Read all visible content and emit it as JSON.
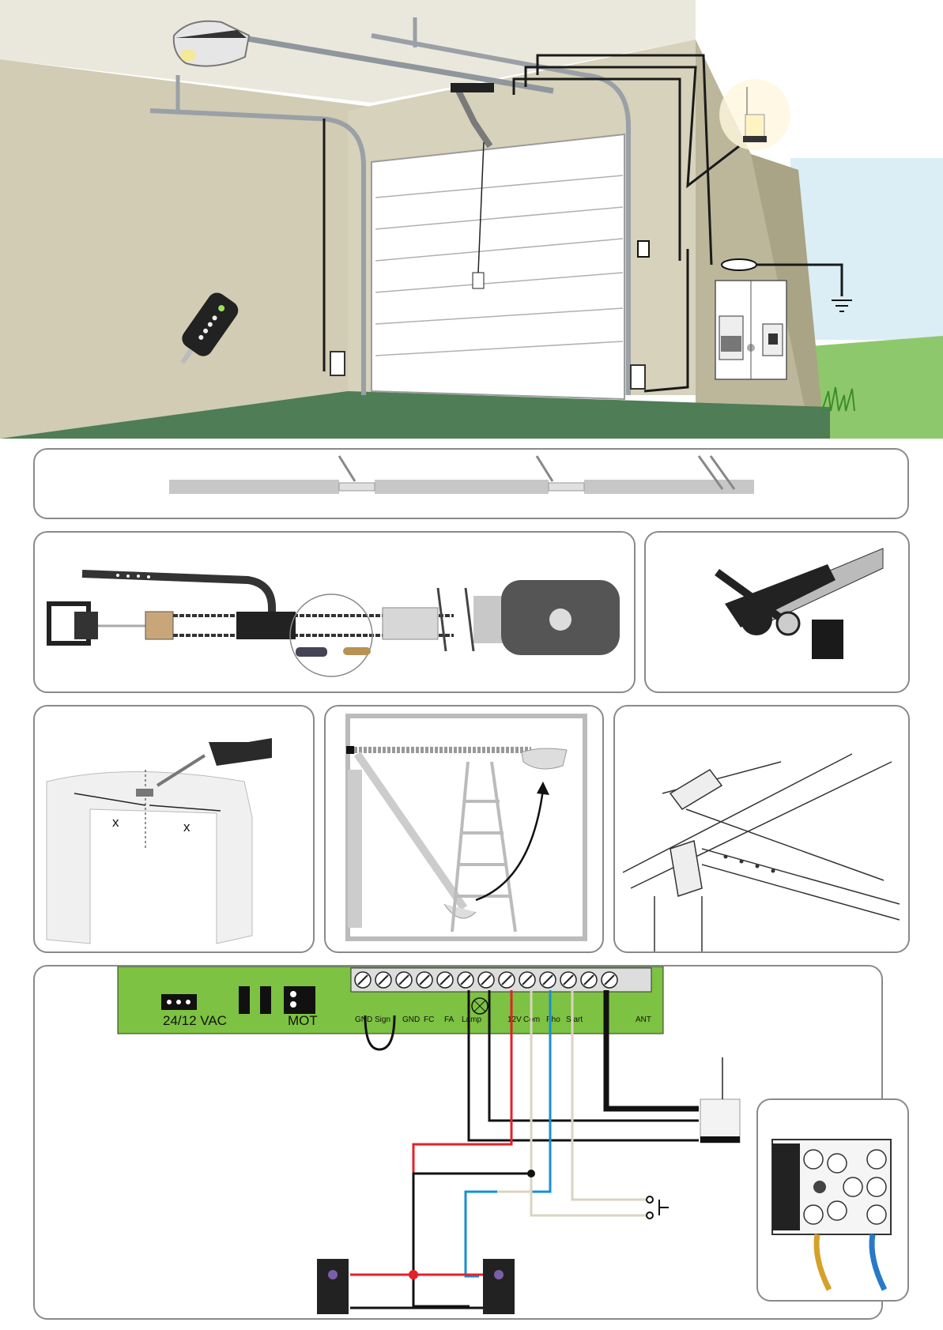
{
  "board": {
    "power_label": "24/12 VAC",
    "motor_label": "MOT",
    "antenna_label": "ANT",
    "terminals": [
      "GND",
      "Sign",
      "GND",
      "FC",
      "FA",
      "Lamp",
      "12V",
      "Com",
      "Pho",
      "Start"
    ]
  },
  "mounting": {
    "x_left": "x",
    "x_right": "x"
  },
  "colors": {
    "wall": "#cfcbb4",
    "wall_dark": "#a9a486",
    "ceiling": "#e7e5d9",
    "floor": "#4d7c55",
    "grass": "#8dc66b",
    "sky": "#d8ecf5",
    "board_green": "#7dc242",
    "wire_red": "#e32229",
    "wire_blue": "#1a8fd0",
    "wire_beige": "#d9d5bf",
    "wire_black": "#111111"
  }
}
